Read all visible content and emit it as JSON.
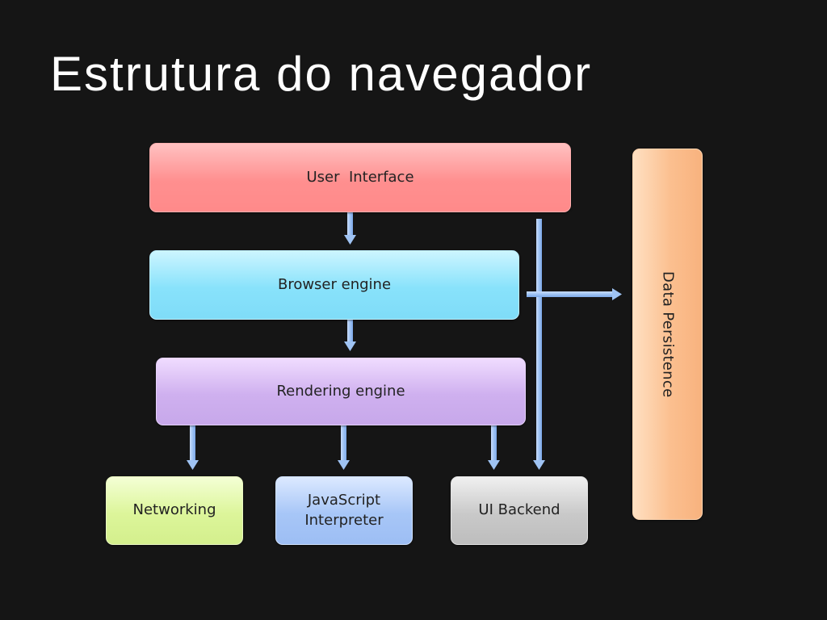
{
  "slide": {
    "title": "Estrutura do navegador"
  },
  "diagram": {
    "boxes": {
      "user_interface": "User  Interface",
      "browser_engine": "Browser engine",
      "rendering_engine": "Rendering engine",
      "networking": "Networking",
      "javascript_interpreter_line1": "JavaScript",
      "javascript_interpreter_line2": "Interpreter",
      "ui_backend": "UI Backend",
      "data_persistence": "Data Persistence"
    },
    "colors": {
      "background": "#151515",
      "user_interface": "#ff8f8f",
      "browser_engine": "#88e2fb",
      "rendering_engine": "#cfb0ef",
      "networking": "#dcf59a",
      "javascript_interpreter": "#a7c6f7",
      "ui_backend": "#c9c9c9",
      "data_persistence": "#fbbf8f",
      "arrows": "#9fc3f3"
    }
  }
}
